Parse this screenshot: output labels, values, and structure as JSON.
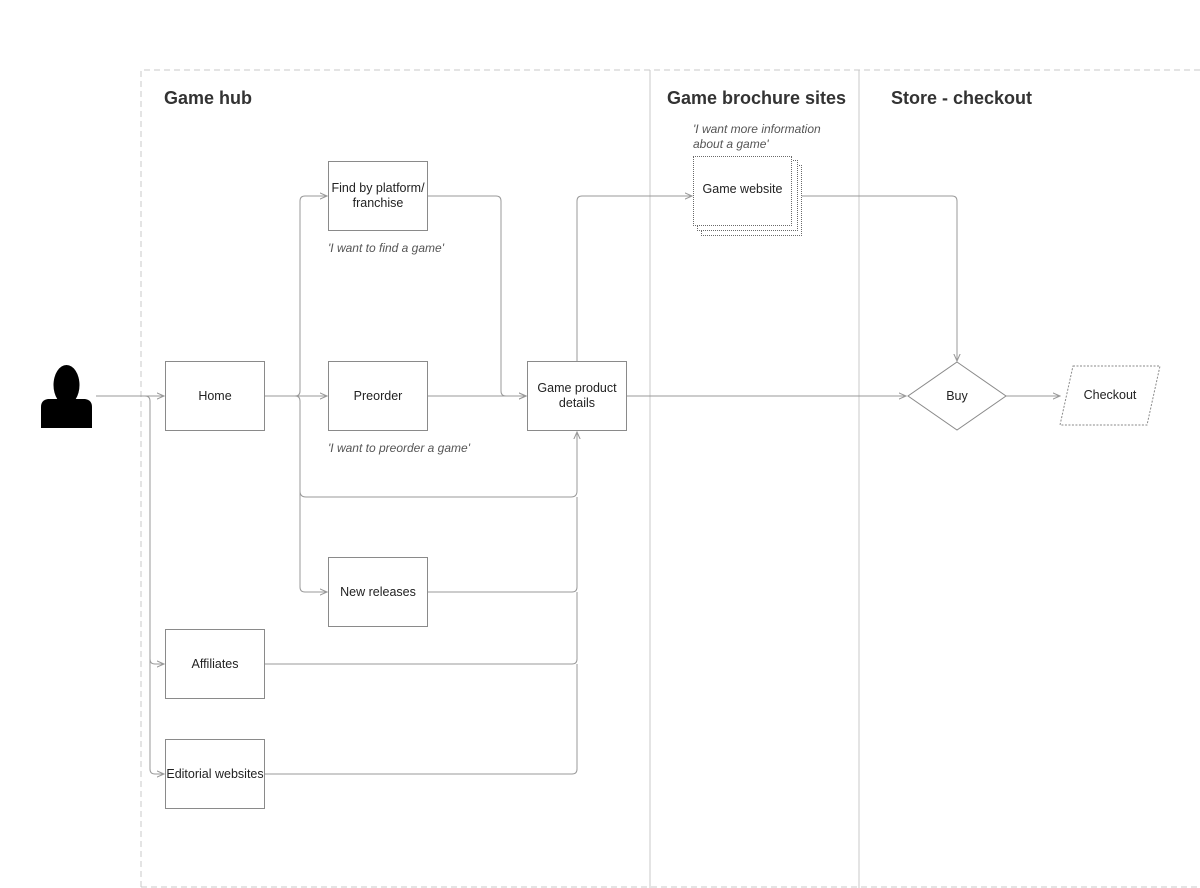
{
  "lanes": {
    "game_hub": "Game hub",
    "brochure": "Game brochure sites",
    "store": "Store - checkout"
  },
  "nodes": {
    "home": "Home",
    "find": "Find by platform/ franchise",
    "preorder": "Preorder",
    "new_releases": "New releases",
    "affiliates": "Affiliates",
    "editorial": "Editorial websites",
    "product_details": "Game product details",
    "game_website": "Game website",
    "buy": "Buy",
    "checkout": "Checkout"
  },
  "notes": {
    "find_game": "'I want to find a game'",
    "preorder_game": "'I want to preorder a game'",
    "more_info": "'I want more information about a game'"
  },
  "icons": {
    "actor": "user-icon"
  },
  "colors": {
    "lines": "#999999",
    "borders": "#8a8a8a",
    "actor": "#000000"
  }
}
